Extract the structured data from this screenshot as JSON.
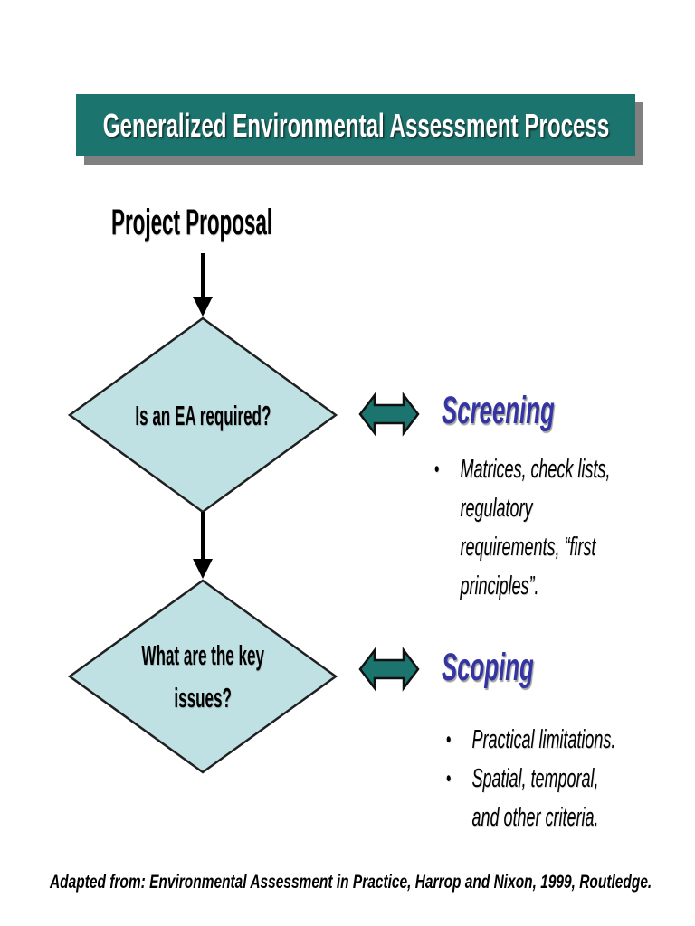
{
  "slide": {
    "title": "Generalized Environmental Assessment Process",
    "footer": "Adapted from: Environmental Assessment in Practice, Harrop and Nixon, 1999, Routledge."
  },
  "flowchart": {
    "start_label": "Project Proposal",
    "decisions": [
      {
        "question": "Is an EA required?"
      },
      {
        "question": "What are the key\nissues?"
      }
    ]
  },
  "stages": [
    {
      "heading": "Screening",
      "bullets": [
        "Matrices, check lists,\nregulatory\nrequirements, “first\nprinciples”."
      ]
    },
    {
      "heading": "Scoping",
      "bullets": [
        "Practical limitations.",
        "Spatial, temporal,\nand other criteria."
      ]
    }
  ],
  "ui": {
    "bullet_char": "•",
    "colors": {
      "teal": "#1b746e",
      "banner_shadow": "#808080",
      "diamond_fill": "#bfe1e4",
      "diamond_stroke": "#202020",
      "heading_blue": "#3434a3",
      "text": "#000000"
    }
  }
}
